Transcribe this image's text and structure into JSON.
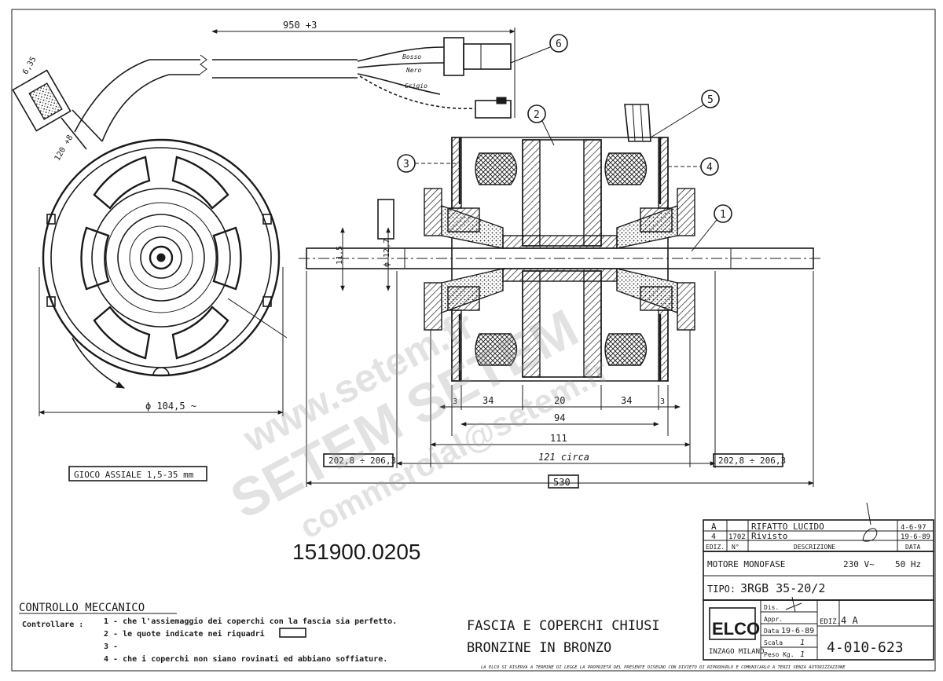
{
  "drawing_number": "151900.0205",
  "wire_labels": [
    "Bosso",
    "Nero",
    "Grigio"
  ],
  "callouts": [
    "1",
    "2",
    "3",
    "4",
    "5",
    "6"
  ],
  "dimensions": {
    "cable_length": "950 +3",
    "connector_width": "6,35",
    "cable_angle": "120 +8",
    "front_diameter": "ϕ 104,5 ~",
    "shaft_d1": "11,5",
    "shaft_d2": "ϕ 12,7",
    "seg_3a": "3",
    "seg_34a": "34",
    "seg_20": "20",
    "seg_34b": "34",
    "seg_3b": "3",
    "span_94": "94",
    "span_111": "111",
    "span_121": "121 circa",
    "shaft_left": "202,8 ÷ 206,3",
    "shaft_right": "202,8 ÷ 206,3",
    "overall": "530"
  },
  "axial_play": "GIOCO ASSIALE 1,5-35 mm",
  "revisions": {
    "rows": [
      {
        "ediz": "A",
        "no": "",
        "descr": "RIFATTO LUCIDO",
        "date": "4-6-97"
      },
      {
        "ediz": "4",
        "no": "1702",
        "descr": "Rivisto",
        "date": "19-6-89"
      }
    ],
    "headers": {
      "ediz": "EDIZ.",
      "no": "N°",
      "descr": "DESCRIZIONE",
      "date": "DATA"
    }
  },
  "motor": {
    "description": "MOTORE  MONOFASE",
    "voltage": "230 V~",
    "frequency": "50 Hz",
    "type_label": "TIPO:",
    "type_value": "3RGB  35-20/2"
  },
  "title_block": {
    "brand": "ELCO",
    "city": "INZAGO MILANO",
    "dis_label": "Dis.",
    "appr_label": "Appr.",
    "data_label": "Data",
    "data_value": "19-6-89",
    "scala_label": "Scala",
    "scala_value": "1",
    "peso_label": "Peso Kg.",
    "peso_value": "1",
    "ediz_label": "EDIZ.",
    "ediz_value": "4 A",
    "part_number": "4-010-623"
  },
  "controllo": {
    "title": "CONTROLLO   MECCANICO",
    "lead": "Controllare :",
    "items": [
      "1 - che l'assiemaggio dei coperchi con la fascia sia perfetto.",
      "2 - le quote  indicate nei riquadri",
      "3 -",
      "4 - che i coperchi non siano rovinati ed abbiano soffiature."
    ]
  },
  "notes": {
    "line1": "FASCIA E COPERCHI CHIUSI",
    "line2": "BRONZINE IN BRONZO"
  },
  "footer": "LA ELCO SI RISERVA A TERMINE DI LEGGE LA PROPRIETÀ DEL PRESENTE DISEGNO CON DIVIETO DI RIPRODURLO E COMUNICARLO A TERZI SENZA AUTORIZZAZIONE",
  "watermark": {
    "line1": "www.setem.fr",
    "line2": "SETEM SETEM",
    "line3": "commercial@setem.fr"
  }
}
